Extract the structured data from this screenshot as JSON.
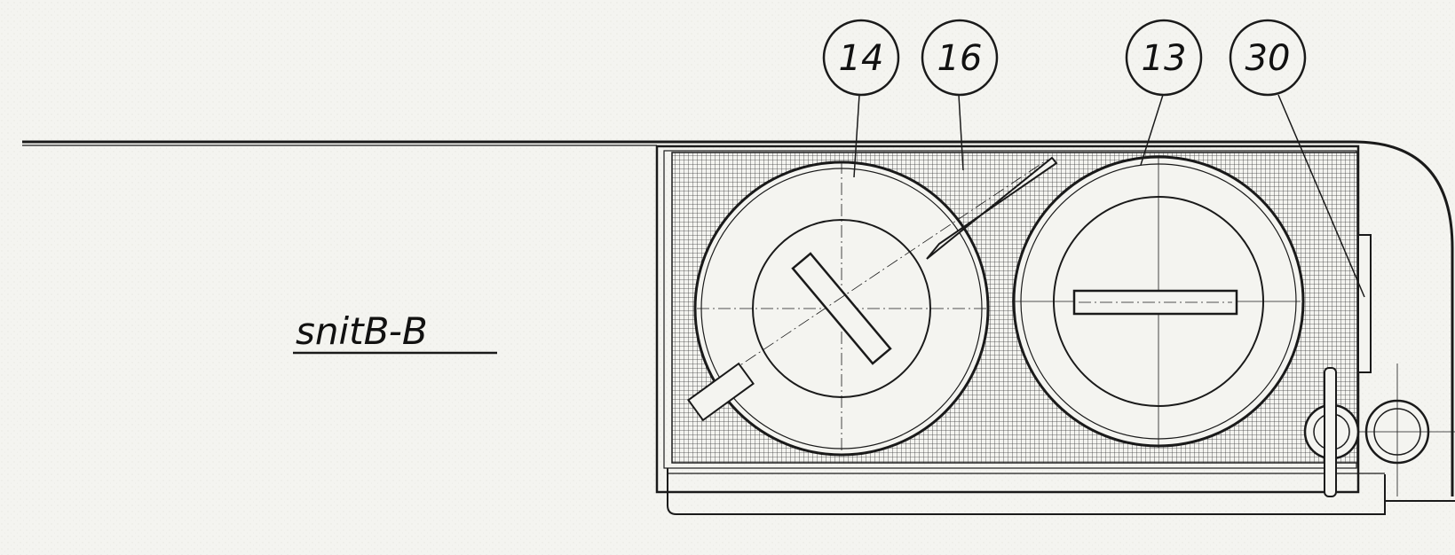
{
  "drawing": {
    "section_title": "snitB-B",
    "callouts": [
      {
        "id": "14",
        "text": "14"
      },
      {
        "id": "16",
        "text": "16"
      },
      {
        "id": "13",
        "text": "13"
      },
      {
        "id": "30",
        "text": "30"
      }
    ]
  }
}
